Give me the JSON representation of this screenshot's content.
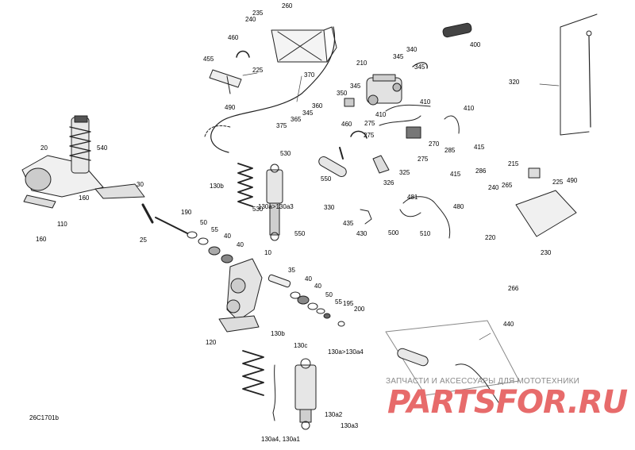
{
  "diagram_id": "26C1701b",
  "watermark": {
    "tagline": "ЗАПЧАСТИ И АКСЕССУАРЫ ДЛЯ МОТОТЕХНИКИ",
    "logo": "PARTSFOR.RU"
  },
  "callouts": [
    {
      "id": "c235",
      "text": "235"
    },
    {
      "id": "c260",
      "text": "260"
    },
    {
      "id": "c240a",
      "text": "240"
    },
    {
      "id": "c460a",
      "text": "460"
    },
    {
      "id": "c455",
      "text": "455"
    },
    {
      "id": "c225a",
      "text": "225"
    },
    {
      "id": "c490a",
      "text": "490"
    },
    {
      "id": "c370",
      "text": "370"
    },
    {
      "id": "c210",
      "text": "210"
    },
    {
      "id": "c340",
      "text": "340"
    },
    {
      "id": "c345a",
      "text": "345"
    },
    {
      "id": "c345b",
      "text": "345"
    },
    {
      "id": "c400",
      "text": "400"
    },
    {
      "id": "c350",
      "text": "350"
    },
    {
      "id": "c345c",
      "text": "345"
    },
    {
      "id": "c360",
      "text": "360"
    },
    {
      "id": "c345d",
      "text": "345"
    },
    {
      "id": "c365",
      "text": "365"
    },
    {
      "id": "c375",
      "text": "375"
    },
    {
      "id": "c460b",
      "text": "460"
    },
    {
      "id": "c410a",
      "text": "410"
    },
    {
      "id": "c410b",
      "text": "410"
    },
    {
      "id": "c410c",
      "text": "410"
    },
    {
      "id": "c275a",
      "text": "275"
    },
    {
      "id": "c270",
      "text": "270"
    },
    {
      "id": "c275b",
      "text": "275"
    },
    {
      "id": "c275c",
      "text": "275"
    },
    {
      "id": "c320",
      "text": "320"
    },
    {
      "id": "c285",
      "text": "285"
    },
    {
      "id": "c415a",
      "text": "415"
    },
    {
      "id": "c415b",
      "text": "415"
    },
    {
      "id": "c286",
      "text": "286"
    },
    {
      "id": "c325",
      "text": "325"
    },
    {
      "id": "c326",
      "text": "326"
    },
    {
      "id": "c530a",
      "text": "530"
    },
    {
      "id": "c550a",
      "text": "550"
    },
    {
      "id": "c20",
      "text": "20"
    },
    {
      "id": "c540",
      "text": "540"
    },
    {
      "id": "c130b_top",
      "text": "130b"
    },
    {
      "id": "c130a_top",
      "text": "130a>130a3"
    },
    {
      "id": "c330",
      "text": "330"
    },
    {
      "id": "c481",
      "text": "481"
    },
    {
      "id": "c480",
      "text": "480"
    },
    {
      "id": "c160a",
      "text": "160"
    },
    {
      "id": "c30",
      "text": "30"
    },
    {
      "id": "c435",
      "text": "435"
    },
    {
      "id": "c430",
      "text": "430"
    },
    {
      "id": "c500",
      "text": "500"
    },
    {
      "id": "c510",
      "text": "510"
    },
    {
      "id": "c110",
      "text": "110"
    },
    {
      "id": "c190",
      "text": "190"
    },
    {
      "id": "c530b",
      "text": "530"
    },
    {
      "id": "c50a",
      "text": "50"
    },
    {
      "id": "c55a",
      "text": "55"
    },
    {
      "id": "c25",
      "text": "25"
    },
    {
      "id": "c160b",
      "text": "160"
    },
    {
      "id": "c40a",
      "text": "40"
    },
    {
      "id": "c550b",
      "text": "550"
    },
    {
      "id": "c40b",
      "text": "40"
    },
    {
      "id": "c10",
      "text": "10"
    },
    {
      "id": "c35",
      "text": "35"
    },
    {
      "id": "c40c",
      "text": "40"
    },
    {
      "id": "c40d",
      "text": "40"
    },
    {
      "id": "c50b",
      "text": "50"
    },
    {
      "id": "c55b",
      "text": "55"
    },
    {
      "id": "c195",
      "text": "195"
    },
    {
      "id": "c200",
      "text": "200"
    },
    {
      "id": "c120",
      "text": "120"
    },
    {
      "id": "c215",
      "text": "215"
    },
    {
      "id": "c240b",
      "text": "240"
    },
    {
      "id": "c265",
      "text": "265"
    },
    {
      "id": "c225b",
      "text": "225"
    },
    {
      "id": "c490b",
      "text": "490"
    },
    {
      "id": "c220",
      "text": "220"
    },
    {
      "id": "c230",
      "text": "230"
    },
    {
      "id": "c266",
      "text": "266"
    },
    {
      "id": "c440",
      "text": "440"
    },
    {
      "id": "c130b_bot",
      "text": "130b"
    },
    {
      "id": "c130c",
      "text": "130c"
    },
    {
      "id": "c130a_bot",
      "text": "130a>130a4"
    },
    {
      "id": "c130a2",
      "text": "130a2"
    },
    {
      "id": "c130a3",
      "text": "130a3"
    },
    {
      "id": "c130a4_a1",
      "text": "130a4, 130a1"
    }
  ]
}
